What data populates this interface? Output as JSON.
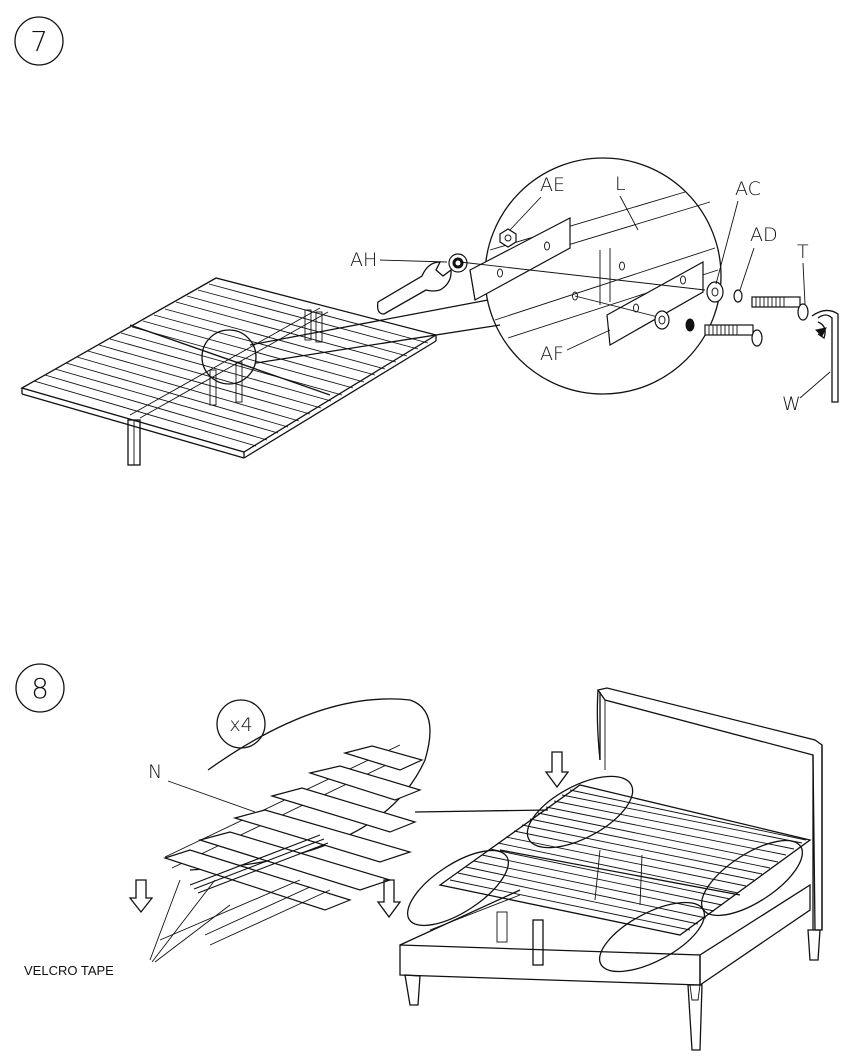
{
  "steps": [
    {
      "number": "7",
      "labels": {
        "AE": "AE",
        "L": "L",
        "AC": "AC",
        "AD": "AD",
        "T": "T",
        "AH": "AH",
        "AF": "AF",
        "W": "W"
      }
    },
    {
      "number": "8",
      "labels": {
        "multiplier": "x4",
        "N": "N",
        "velcro": "VELCRO TAPE"
      }
    }
  ],
  "colors": {
    "line": "#111111",
    "background": "#ffffff"
  }
}
